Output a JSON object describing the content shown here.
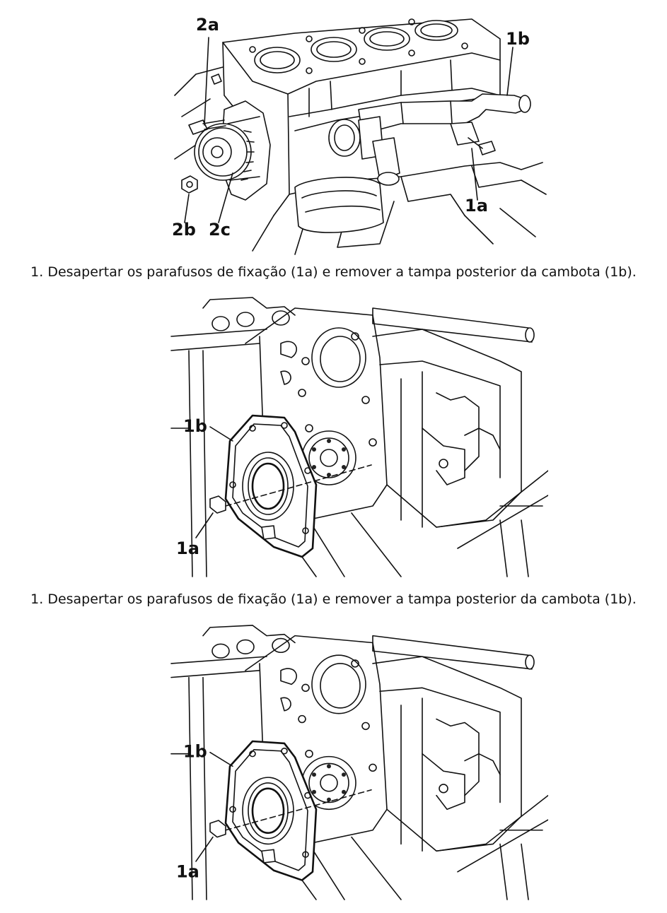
{
  "figures": [
    {
      "callouts": [
        "2a",
        "1b",
        "2b",
        "2c",
        "1a"
      ]
    },
    {
      "callouts": [
        "1b",
        "1a"
      ]
    },
    {
      "callouts": [
        "1b",
        "1a"
      ]
    }
  ],
  "captions": [
    "1. Desapertar os parafusos de fixação (1a) e remover a tampa posterior da cambota (1b).",
    "1. Desapertar os parafusos de fixação (1a) e remover a tampa posterior da cambota (1b)."
  ]
}
